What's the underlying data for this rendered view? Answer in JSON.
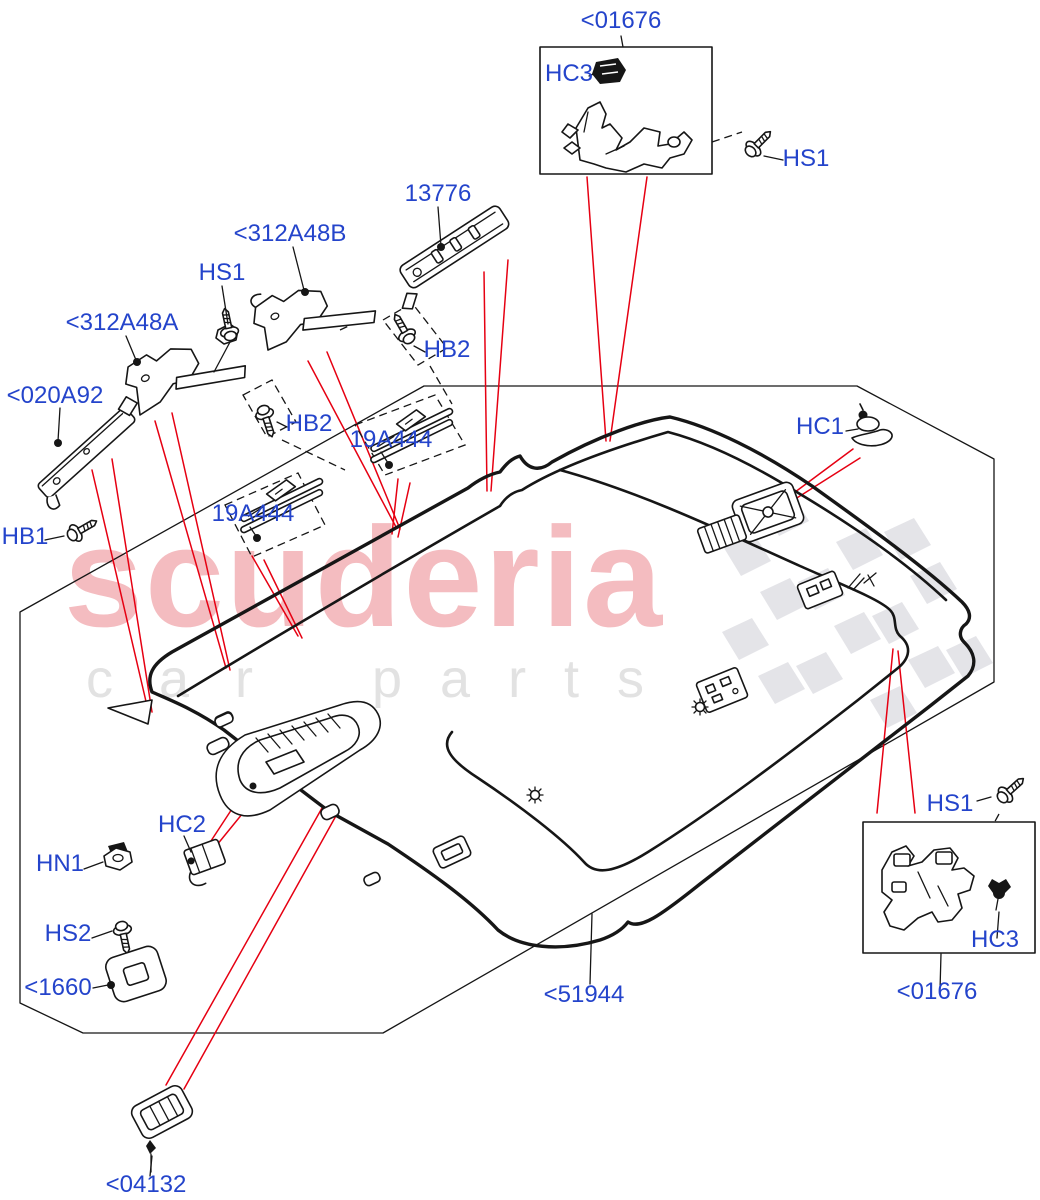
{
  "diagram": {
    "watermark": {
      "brand": "scuderia",
      "tagline_word1": "car",
      "tagline_word2": "parts"
    },
    "colors": {
      "callout_blue": "#2444cb",
      "leader_red": "#e60012",
      "line_black": "#161616",
      "watermark_pink": "#f4bcc0",
      "watermark_gray": "#e2e2e2",
      "flag_gray": "#e4e4e8"
    },
    "callouts": [
      {
        "id": "part-01676-top",
        "label": "<01676"
      },
      {
        "id": "clip-hc3-top",
        "label": "HC3"
      },
      {
        "id": "screw-hs1-top",
        "label": "HS1"
      },
      {
        "id": "part-13776",
        "label": "13776"
      },
      {
        "id": "part-312a48b",
        "label": "<312A48B"
      },
      {
        "id": "screw-hs1-left",
        "label": "HS1"
      },
      {
        "id": "part-312a48a",
        "label": "<312A48A"
      },
      {
        "id": "screw-hb2-right",
        "label": "HB2"
      },
      {
        "id": "part-020a92",
        "label": "<020A92"
      },
      {
        "id": "screw-hb2-mid",
        "label": "HB2"
      },
      {
        "id": "rail-19a444-up",
        "label": "19A444"
      },
      {
        "id": "clip-hc1",
        "label": "HC1"
      },
      {
        "id": "rail-19a444-low",
        "label": "19A444"
      },
      {
        "id": "screw-hb1",
        "label": "HB1"
      },
      {
        "id": "clip-hc2",
        "label": "HC2"
      },
      {
        "id": "nut-hn1",
        "label": "HN1"
      },
      {
        "id": "screw-hs2",
        "label": "HS2"
      },
      {
        "id": "grommet-1660",
        "label": "<1660"
      },
      {
        "id": "panel-51944",
        "label": "<51944"
      },
      {
        "id": "screw-hs1-bottom",
        "label": "HS1"
      },
      {
        "id": "clip-hc3-bottom",
        "label": "HC3"
      },
      {
        "id": "part-01676-bottom",
        "label": "<01676"
      },
      {
        "id": "lamp-04132",
        "label": "<04132"
      }
    ]
  }
}
